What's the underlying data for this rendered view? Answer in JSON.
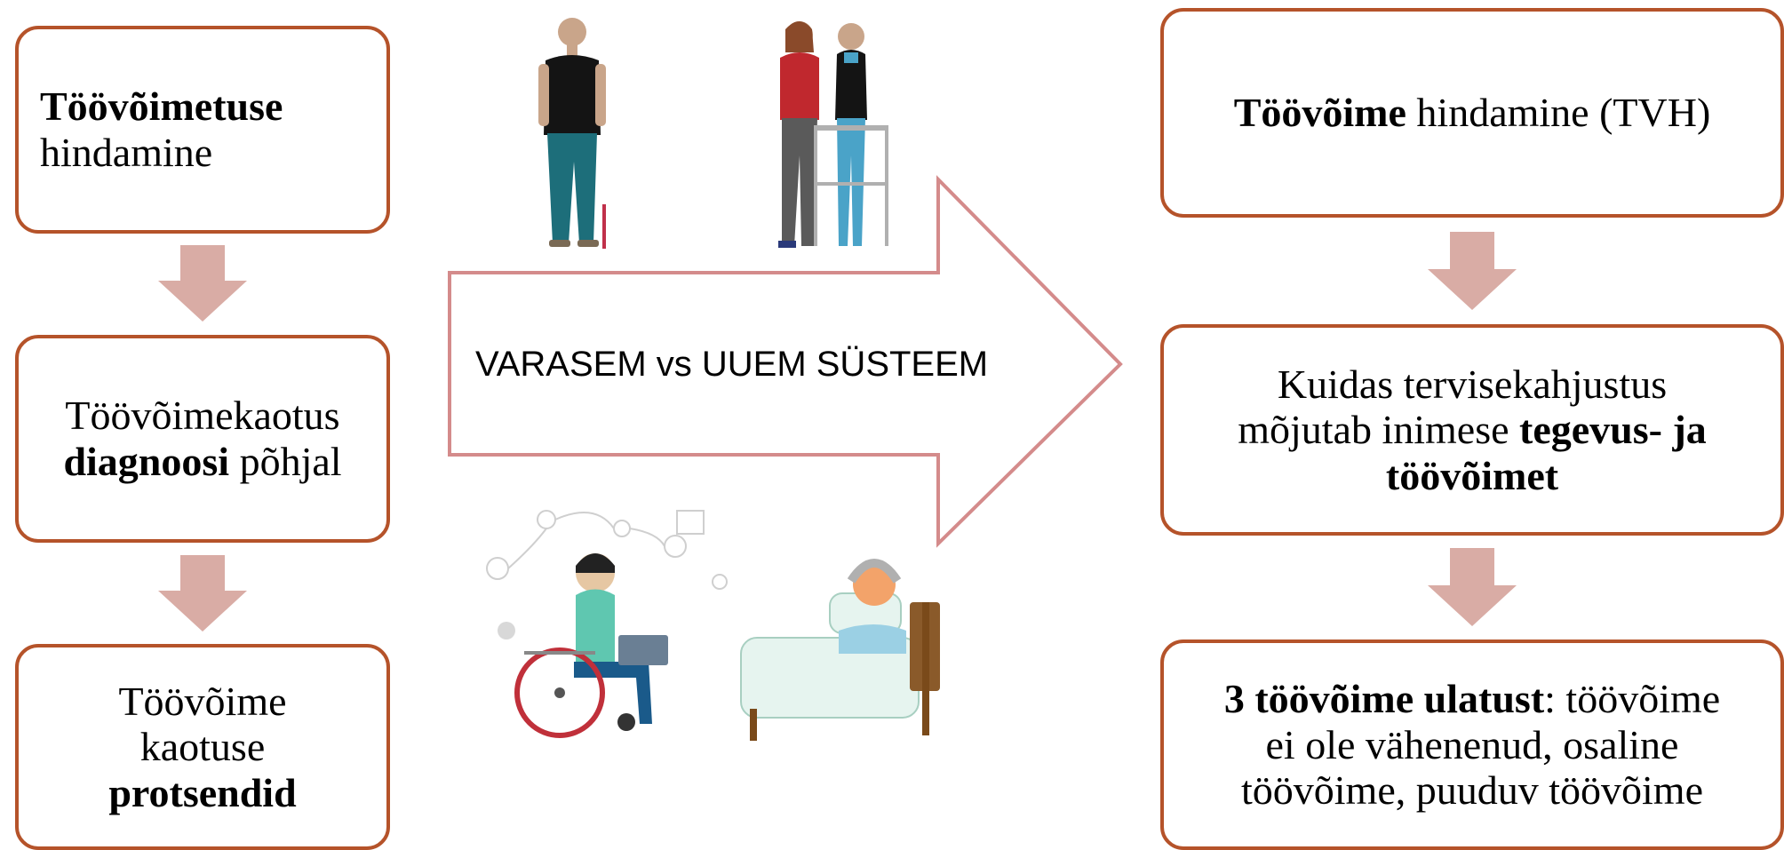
{
  "old_system": {
    "box1": {
      "bold": "Töövõimetuse",
      "rest": "hindamine"
    },
    "box2": {
      "line1": "Töövõimekaotus",
      "bold": "diagnoosi",
      "rest": " põhjal"
    },
    "box3": {
      "line1": "Töövõime",
      "line2": "kaotuse",
      "bold": "protsendid"
    }
  },
  "transition": {
    "label": "VARASEM vs UUEM SÜSTEEM"
  },
  "new_system": {
    "box1": {
      "bold": "Töövõime",
      "rest": " hindamine (TVH)"
    },
    "box2": {
      "line1": "Kuidas tervisekahjustus",
      "line2_plain": "mõjutab inimese ",
      "line2_bold": "tegevus- ja",
      "line3_bold": "töövõimet"
    },
    "box3": {
      "bold": "3 töövõime ulatust",
      "rest1": ": töövõime",
      "line2": "ei ole vähenenud, osaline",
      "line3": "töövõime, puuduv töövõime"
    }
  },
  "colors": {
    "box_border": "#b5532a",
    "down_arrow": "#d9aca5",
    "big_arrow_stroke": "#d48b8b"
  },
  "icons": [
    "standing-man-icon",
    "walker-assist-icon",
    "wheelchair-laptop-icon",
    "bedridden-patient-icon"
  ]
}
